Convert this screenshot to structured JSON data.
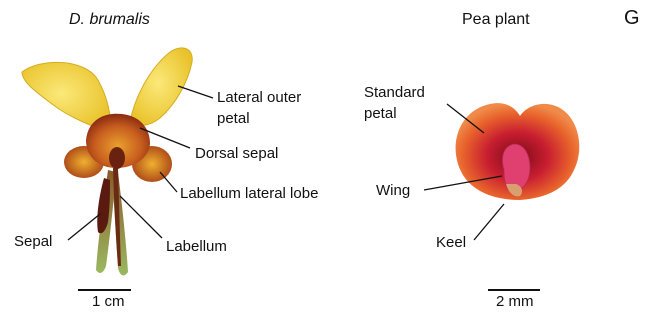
{
  "panel": {
    "letter": "G"
  },
  "left_figure": {
    "title": "D. brumalis",
    "labels": {
      "lateral_outer_petal_line1": "Lateral outer",
      "lateral_outer_petal_line2": "petal",
      "dorsal_sepal": "Dorsal sepal",
      "labellum_lateral_lobe": "Labellum lateral lobe",
      "sepal": "Sepal",
      "labellum": "Labellum"
    },
    "scale_bar": "1 cm"
  },
  "right_figure": {
    "title": "Pea plant",
    "labels": {
      "standard_petal_line1": "Standard",
      "standard_petal_line2": "petal",
      "wing": "Wing",
      "keel": "Keel"
    },
    "scale_bar": "2 mm"
  },
  "colors": {
    "orchid_petal_yellow": "#f2d53a",
    "orchid_labellum_orange": "#e0902a",
    "orchid_dark_red": "#8a2a12",
    "pea_outer_orange": "#e8622c",
    "pea_inner_red": "#c81e30",
    "pea_wing_pink": "#e04070"
  }
}
